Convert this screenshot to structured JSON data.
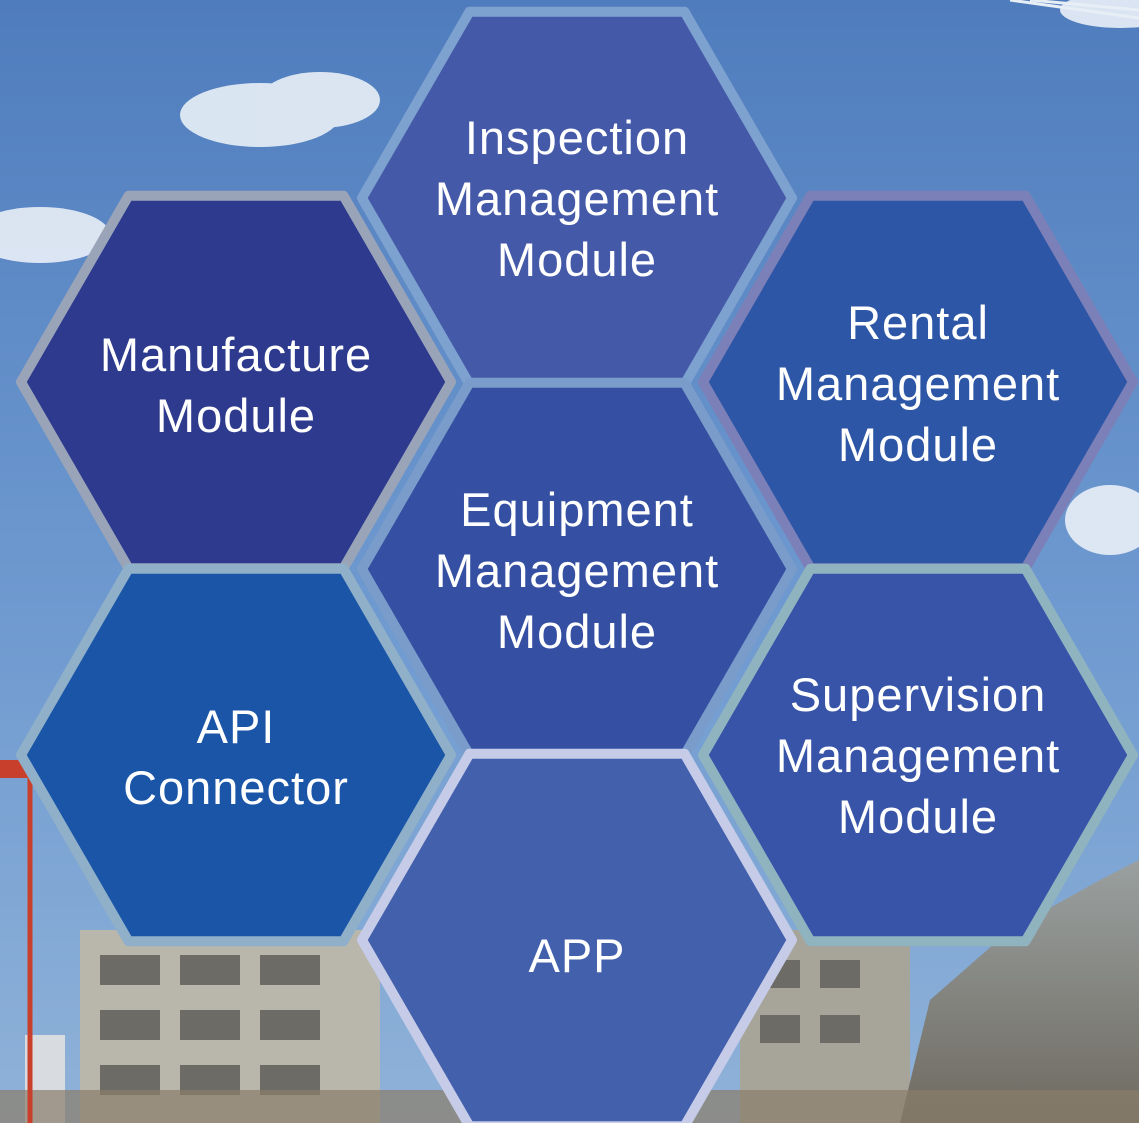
{
  "modules": [
    {
      "id": "inspection",
      "lines": [
        "Inspection",
        "Management",
        "Module"
      ],
      "fill": "#4459a8",
      "stroke": "#7ea2cf"
    },
    {
      "id": "manufacture",
      "lines": [
        "Manufacture",
        "Module"
      ],
      "fill": "#2d3a8e",
      "stroke": "#9aa4b8"
    },
    {
      "id": "rental",
      "lines": [
        "Rental",
        "Management",
        "Module"
      ],
      "fill": "#2e56a6",
      "stroke": "#7c80b8"
    },
    {
      "id": "equipment",
      "lines": [
        "Equipment",
        "Management",
        "Module"
      ],
      "fill": "#3550a2",
      "stroke": "#7a9cca"
    },
    {
      "id": "api",
      "lines": [
        "API",
        "Connector"
      ],
      "fill": "#1a55a8",
      "stroke": "#8fb0c8"
    },
    {
      "id": "supervision",
      "lines": [
        "Supervision",
        "Management",
        "Module"
      ],
      "fill": "#3754a8",
      "stroke": "#8fb4c0"
    },
    {
      "id": "app",
      "lines": [
        "APP"
      ],
      "fill": "#4360ac",
      "stroke": "#c6cbe8"
    }
  ]
}
